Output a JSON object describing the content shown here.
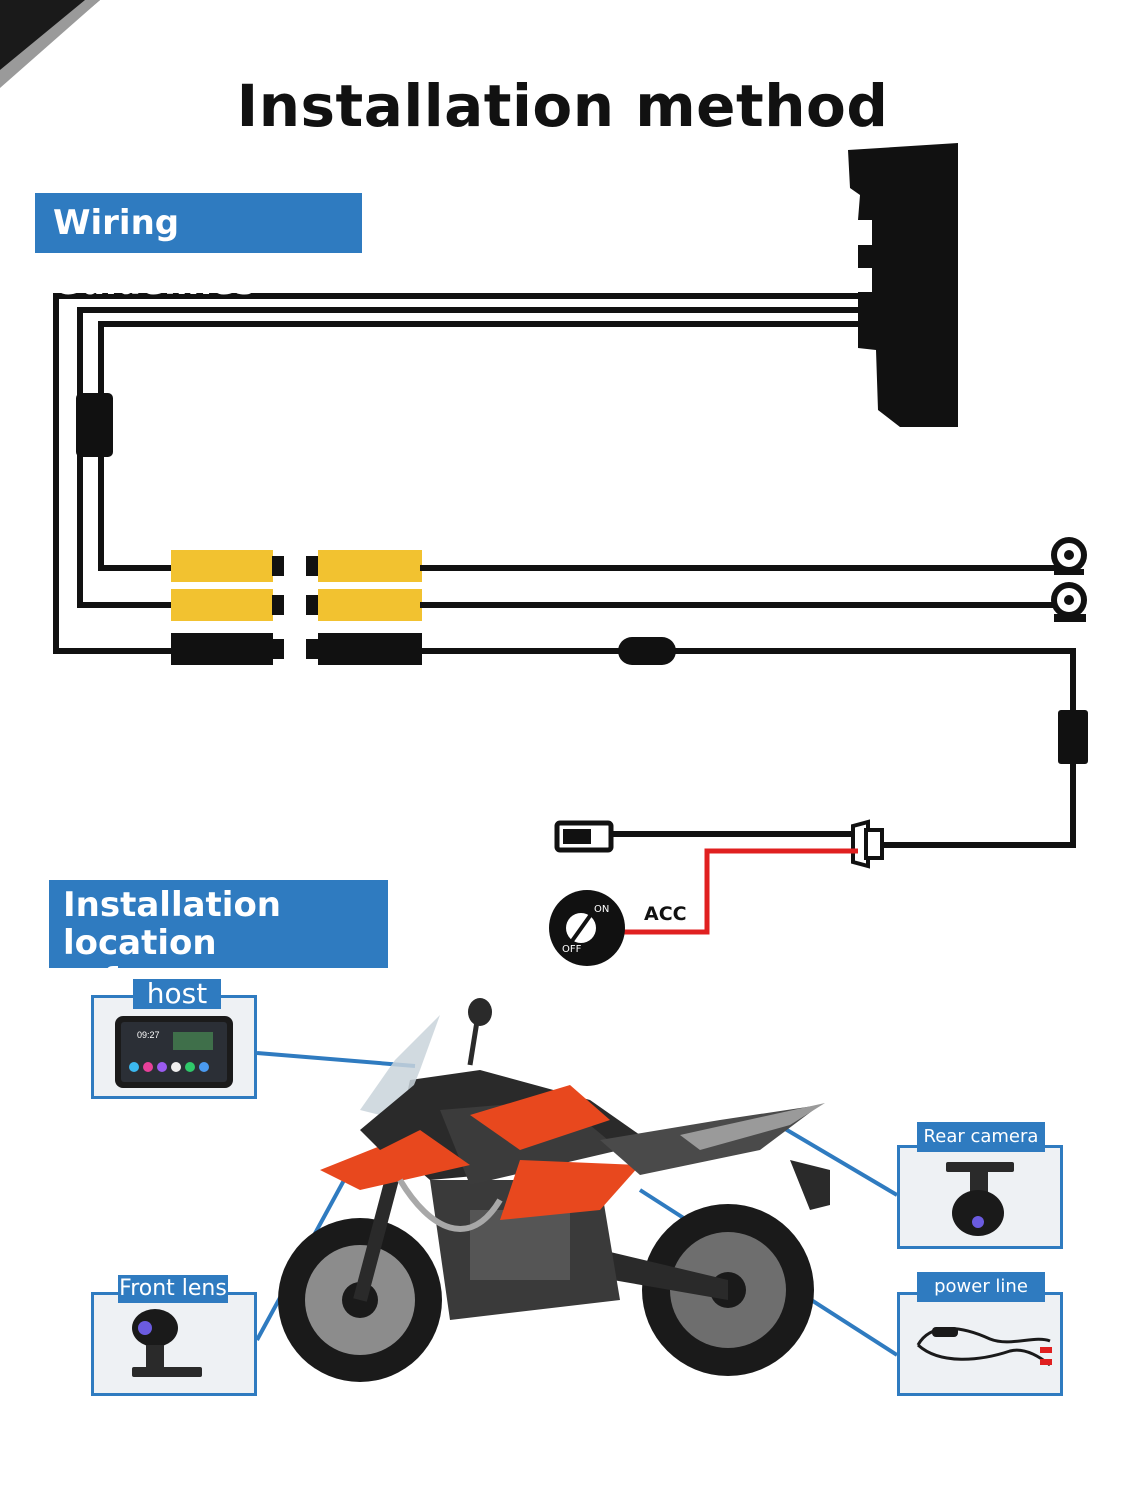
{
  "title": "Installation method",
  "sections": {
    "wiring": "Wiring Guidelines",
    "location": "Installation location reference"
  },
  "wiring": {
    "acc_label": "ACC",
    "ignition_on": "ON",
    "ignition_off": "OFF"
  },
  "components": [
    {
      "id": "host",
      "label": "host"
    },
    {
      "id": "front",
      "label": "Front lens"
    },
    {
      "id": "rear",
      "label": "Rear camera"
    },
    {
      "id": "power",
      "label": "power line"
    }
  ],
  "host_screen": {
    "time": "09:27"
  },
  "colors": {
    "accent": "#2f7bc0",
    "connector_yellow": "#f2c230",
    "acc_wire": "#e02020",
    "motorcycle_orange": "#e8481e"
  }
}
